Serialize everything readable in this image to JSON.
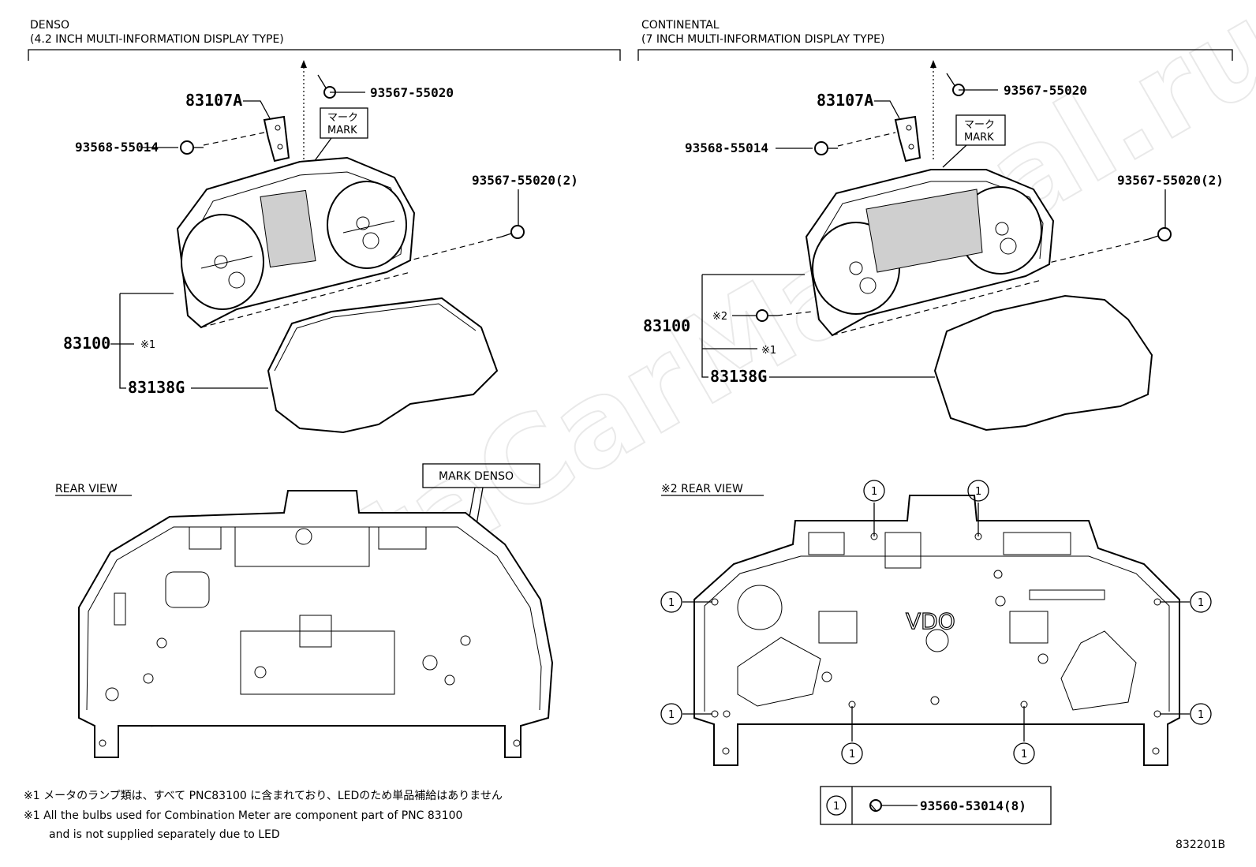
{
  "left": {
    "title": "DENSO",
    "subtitle": "(4.2 INCH MULTI-INFORMATION DISPLAY TYPE)",
    "parts": {
      "bracket": "83107A",
      "screw_top": "93567-55020",
      "screw_left": "93568-55014",
      "screw_right": "93567-55020(2)",
      "meter": "83100",
      "glass": "83138G",
      "note_ref": "※1"
    },
    "mark_jp": "マーク",
    "mark_en": "MARK",
    "rear_view": "REAR VIEW",
    "mark_denso": "MARK DENSO"
  },
  "right": {
    "title": "CONTINENTAL",
    "subtitle": "(7 INCH MULTI-INFORMATION DISPLAY TYPE)",
    "parts": {
      "bracket": "83107A",
      "screw_top": "93567-55020",
      "screw_left": "93568-55014",
      "screw_right": "93567-55020(2)",
      "meter": "83100",
      "glass": "83138G",
      "note_ref1": "※1",
      "note_ref2": "※2"
    },
    "mark_jp": "マーク",
    "mark_en": "MARK",
    "rear_view": "※2 REAR VIEW",
    "brand_on_rear": "VDO",
    "callout": "1",
    "legend_num": "1",
    "legend_part": "93560-53014(8)"
  },
  "notes": {
    "jp": "※1 メータのランプ類は、すべて PNC83100 に含まれており、LEDのため単品補給はありません",
    "en1": "※1 All the bulbs used for Combination Meter are component part of PNC 83100",
    "en2": "and is not supplied separately due to LED"
  },
  "figure_id": "832201B",
  "watermark": "ToyotaCarManual.ru"
}
